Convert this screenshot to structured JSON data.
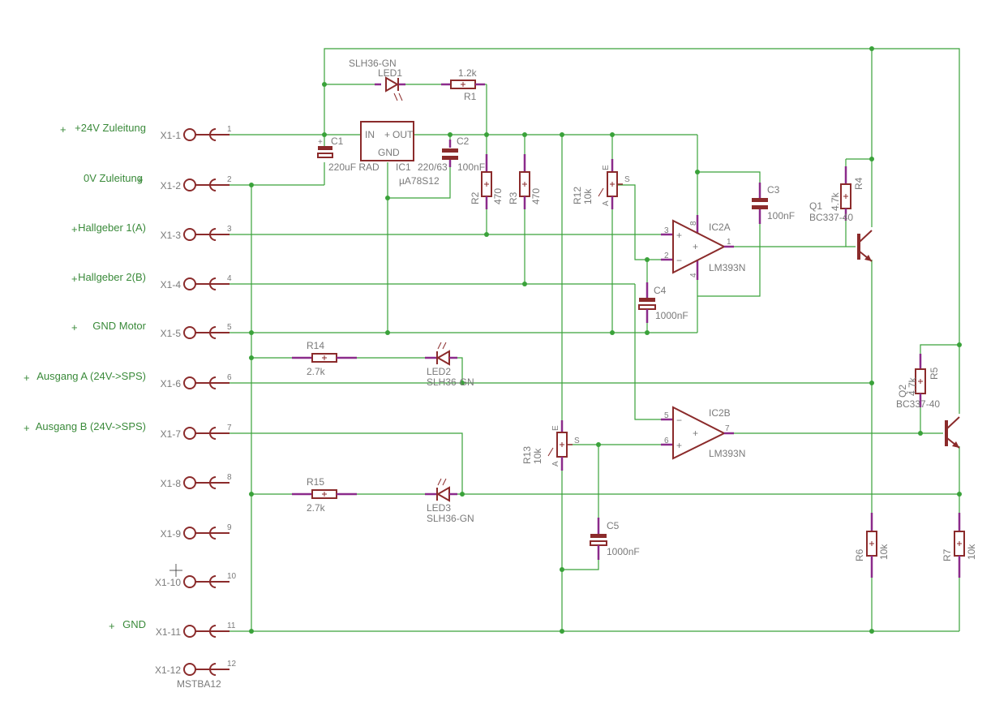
{
  "connector": {
    "rows": [
      {
        "ref": "X1-1",
        "pin": "1",
        "net": "+24V Zuleitung"
      },
      {
        "ref": "X1-2",
        "pin": "2",
        "net": "0V Zuleitung"
      },
      {
        "ref": "X1-3",
        "pin": "3",
        "net": "Hallgeber 1(A)"
      },
      {
        "ref": "X1-4",
        "pin": "4",
        "net": "Hallgeber 2(B)"
      },
      {
        "ref": "X1-5",
        "pin": "5",
        "net": "GND Motor"
      },
      {
        "ref": "X1-6",
        "pin": "6",
        "net": "Ausgang A (24V->SPS)"
      },
      {
        "ref": "X1-7",
        "pin": "7",
        "net": "Ausgang B (24V->SPS)"
      },
      {
        "ref": "X1-8",
        "pin": "8",
        "net": ""
      },
      {
        "ref": "X1-9",
        "pin": "9",
        "net": ""
      },
      {
        "ref": "X1-10",
        "pin": "10",
        "net": ""
      },
      {
        "ref": "X1-11",
        "pin": "11",
        "net": "GND"
      },
      {
        "ref": "X1-12",
        "pin": "12",
        "net": ""
      }
    ],
    "part": "MSTBA12"
  },
  "parts": {
    "led1": {
      "name": "LED1",
      "value": "SLH36-GN"
    },
    "led2": {
      "name": "LED2",
      "value": "SLH36-GN"
    },
    "led3": {
      "name": "LED3",
      "value": "SLH36-GN"
    },
    "r1": {
      "name": "R1",
      "value": "1.2k"
    },
    "r2": {
      "name": "R2",
      "value": "470"
    },
    "r3": {
      "name": "R3",
      "value": "470"
    },
    "r4": {
      "name": "R4",
      "value": "4.7k"
    },
    "r5": {
      "name": "R5",
      "value": "4.7k"
    },
    "r6": {
      "name": "R6",
      "value": "10k"
    },
    "r7": {
      "name": "R7",
      "value": "10k"
    },
    "r12": {
      "name": "R12",
      "value": "10k"
    },
    "r13": {
      "name": "R13",
      "value": "10k"
    },
    "r14": {
      "name": "R14",
      "value": "2.7k"
    },
    "r15": {
      "name": "R15",
      "value": "2.7k"
    },
    "c1": {
      "name": "C1",
      "value": "220uF RAD"
    },
    "c2": {
      "name": "C2",
      "value": "220/63",
      "value2": "100nF"
    },
    "c3": {
      "name": "C3",
      "value": "100nF"
    },
    "c4": {
      "name": "C4",
      "value": "1000nF"
    },
    "c5": {
      "name": "C5",
      "value": "1000nF"
    },
    "ic1": {
      "name": "IC1",
      "value": "µA78S12",
      "in": "IN",
      "out": "OUT",
      "gnd": "GND"
    },
    "ic2a": {
      "name": "IC2A",
      "value": "LM393N"
    },
    "ic2b": {
      "name": "IC2B",
      "value": "LM393N"
    },
    "q1": {
      "name": "Q1",
      "value": "BC337-40"
    },
    "q2": {
      "name": "Q2",
      "value": "BC337-40"
    }
  },
  "pot_pins": {
    "a": "A",
    "e": "E",
    "s": "S"
  },
  "opamp_pins": {
    "p3": "3",
    "p2": "2",
    "p1": "1",
    "p8": "8",
    "p4": "4",
    "p5": "5",
    "p6": "6",
    "p7": "7",
    "plus": "+",
    "minus": "−"
  }
}
